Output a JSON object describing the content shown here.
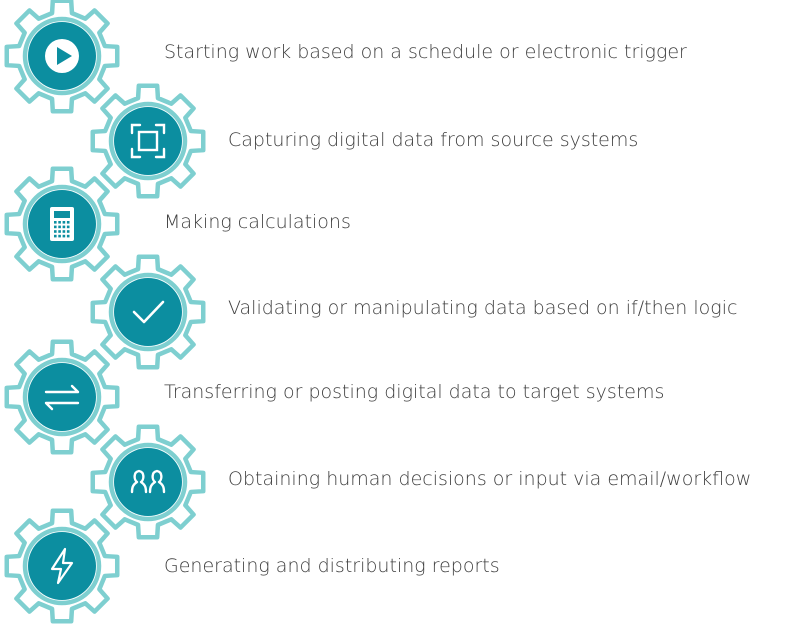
{
  "colors": {
    "gear_outline": "#7ecfd0",
    "circle_fill": "#0c8ea0",
    "icon_stroke": "#ffffff",
    "text": "#3e3e3e"
  },
  "steps": [
    {
      "icon": "play-icon",
      "label": "Starting work based on a schedule or electronic trigger"
    },
    {
      "icon": "capture-frame-icon",
      "label": "Capturing digital data from source systems"
    },
    {
      "icon": "calculator-icon",
      "label": "Making calculations"
    },
    {
      "icon": "checkmark-icon",
      "label": "Validating or manipulating data based on if/then logic"
    },
    {
      "icon": "transfer-arrows-icon",
      "label": "Transferring or posting digital data to target systems"
    },
    {
      "icon": "people-icon",
      "label": "Obtaining human decisions or input via email/workflow"
    },
    {
      "icon": "lightning-icon",
      "label": "Generating and distributing reports"
    }
  ]
}
